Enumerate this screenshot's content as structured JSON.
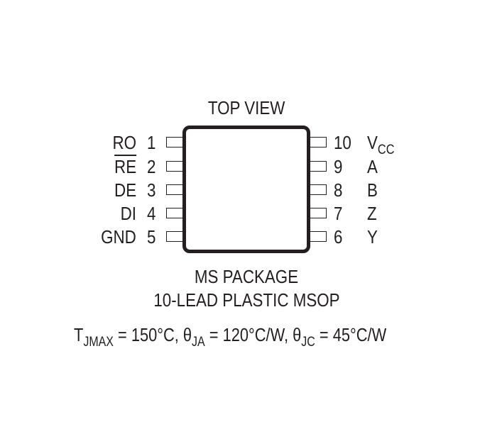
{
  "diagram": {
    "title": "TOP VIEW",
    "package_name": "MS PACKAGE",
    "package_description": "10-LEAD PLASTIC MSOP",
    "thermal": {
      "tjmax_symbol": "T",
      "tjmax_sub": "JMAX",
      "tjmax_value": " = 150°C, ",
      "theta_ja_symbol": "θ",
      "theta_ja_sub": "JA",
      "theta_ja_value": " = 120°C/W, ",
      "theta_jc_symbol": "θ",
      "theta_jc_sub": "JC",
      "theta_jc_value": " = 45°C/W"
    },
    "left_pins": [
      {
        "number": "1",
        "name": "RO",
        "overbar": false
      },
      {
        "number": "2",
        "name": "RE",
        "overbar": true
      },
      {
        "number": "3",
        "name": "DE",
        "overbar": false
      },
      {
        "number": "4",
        "name": "DI",
        "overbar": false
      },
      {
        "number": "5",
        "name": "GND",
        "overbar": false
      }
    ],
    "right_pins": [
      {
        "number": "10",
        "name": "V",
        "sub": "CC"
      },
      {
        "number": "9",
        "name": "A"
      },
      {
        "number": "8",
        "name": "B"
      },
      {
        "number": "7",
        "name": "Z"
      },
      {
        "number": "6",
        "name": "Y"
      }
    ],
    "colors": {
      "ink": "#231f20",
      "background": "#ffffff"
    }
  }
}
